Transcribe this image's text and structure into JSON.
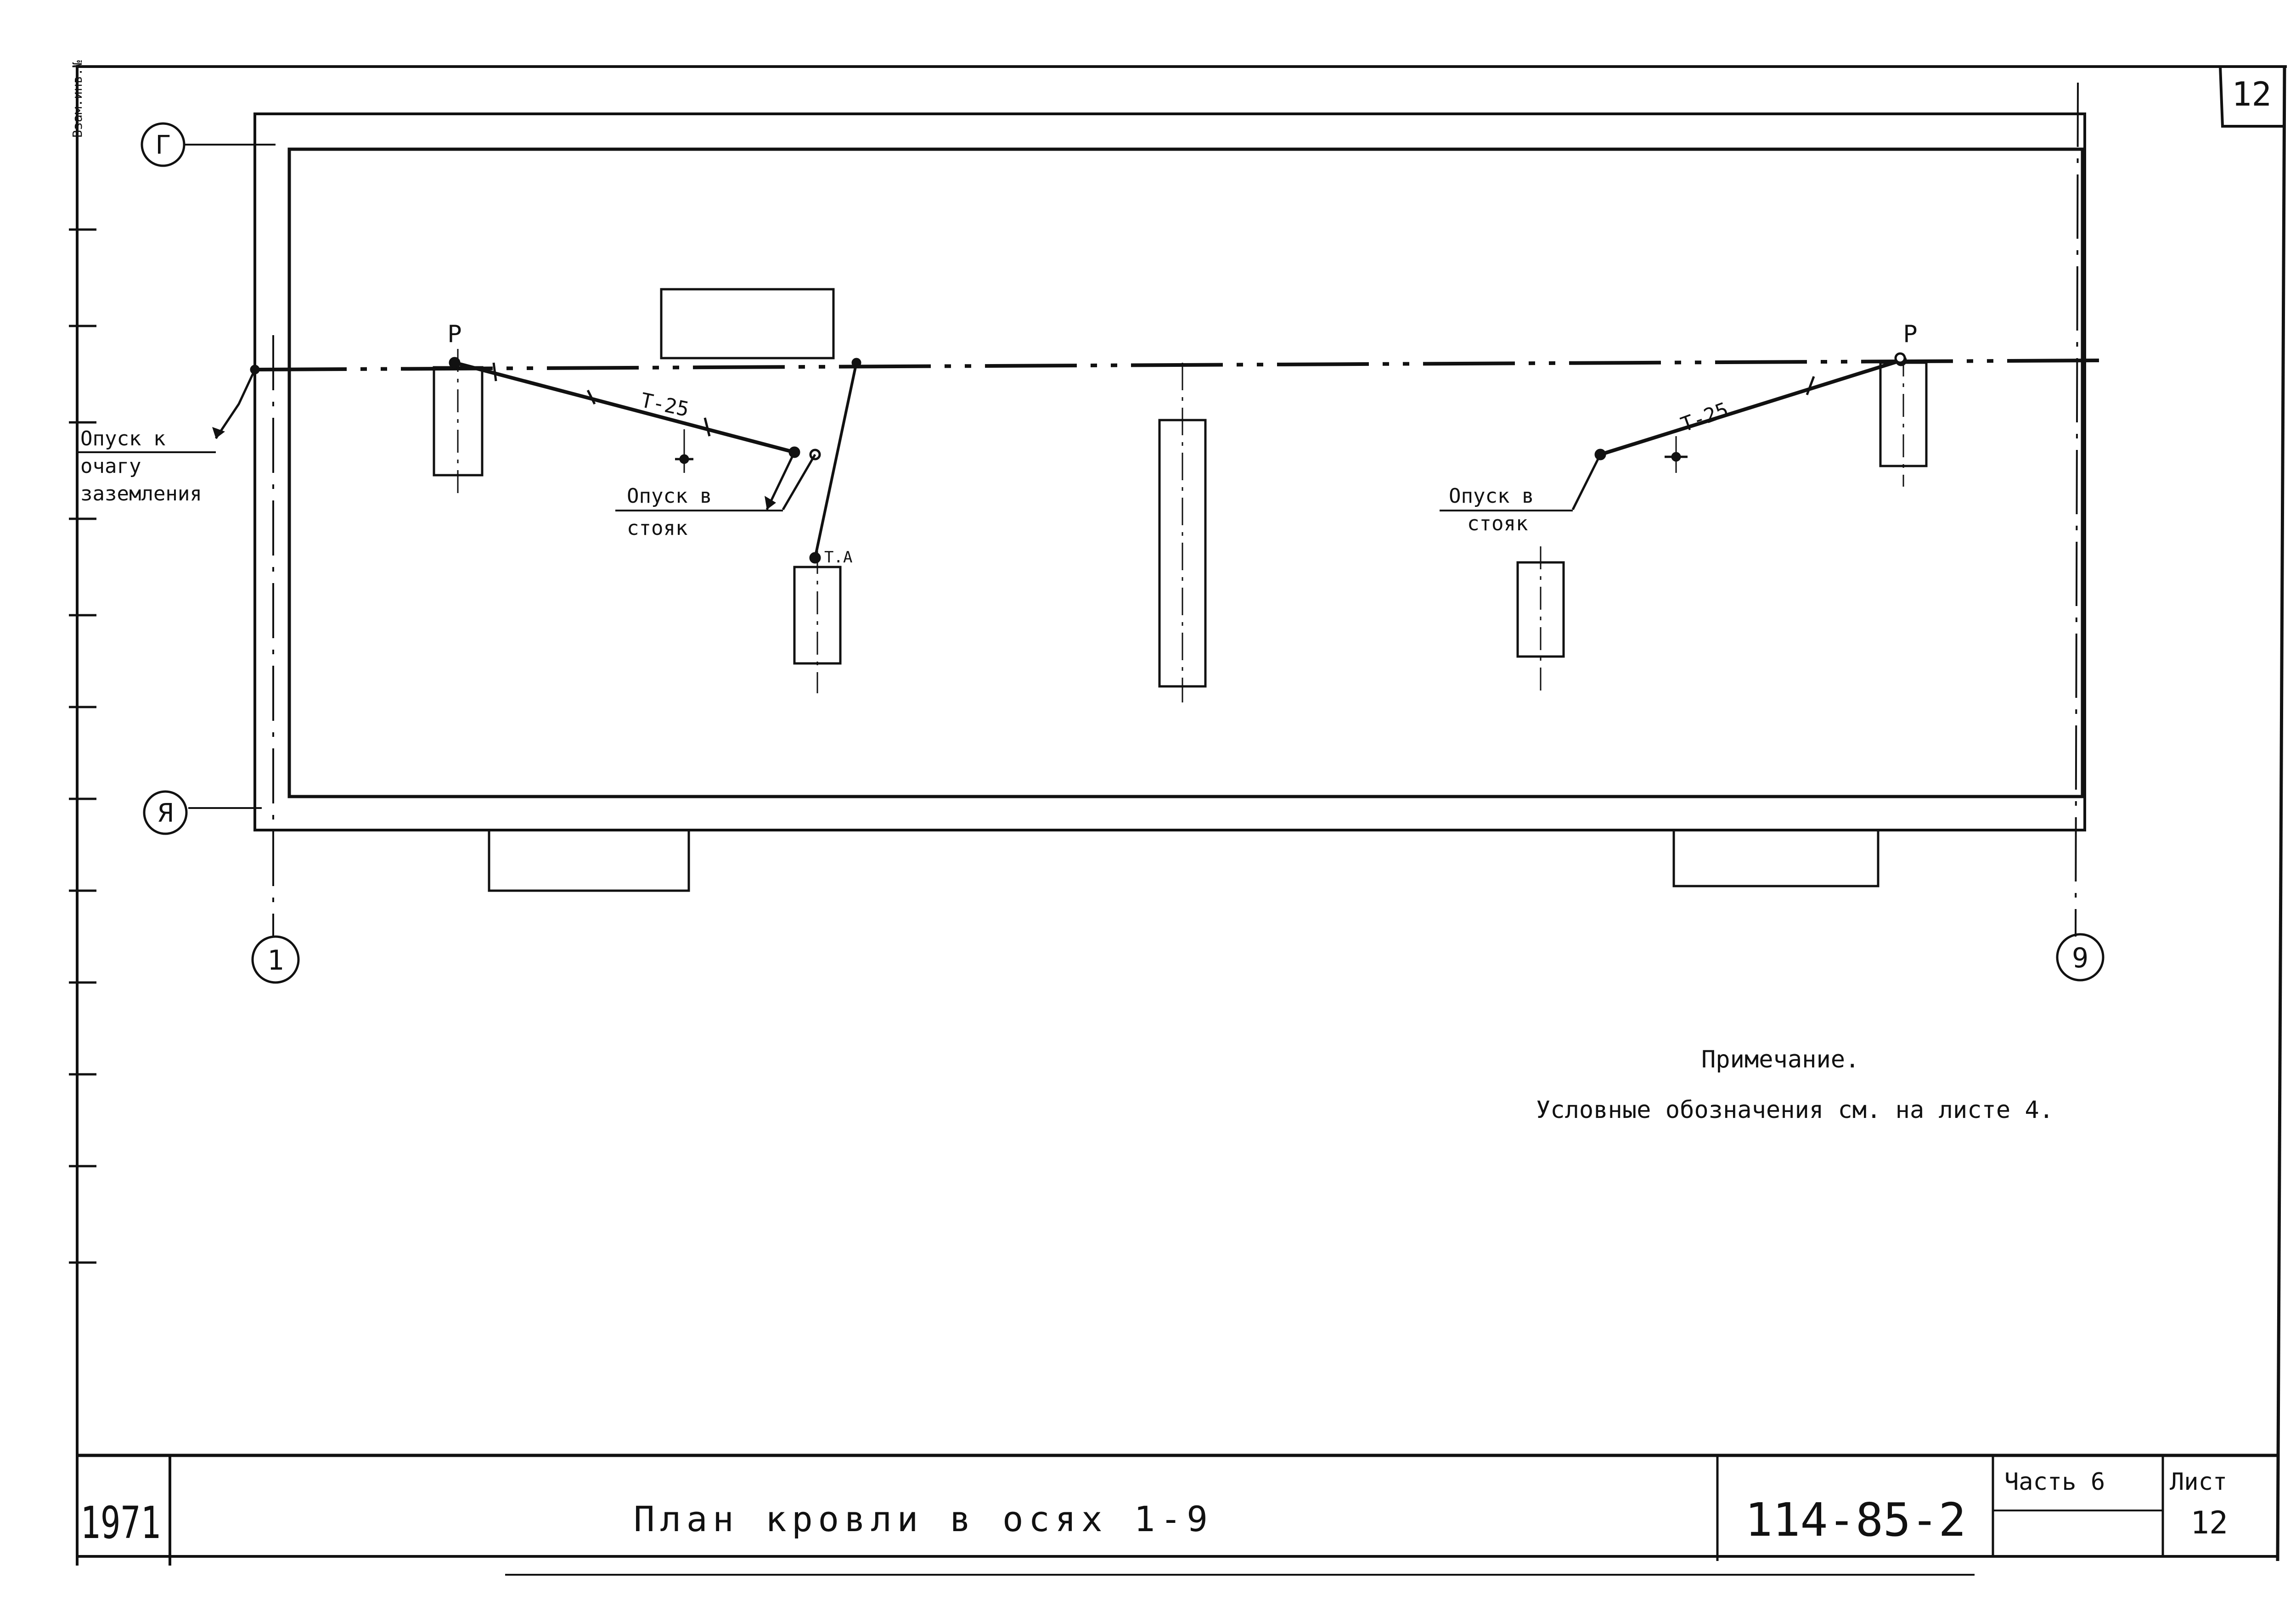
{
  "sheet_number": "12",
  "margin_label": "Взам.инв.№",
  "axes": {
    "top": "Г",
    "bottom": "Я",
    "left": "1",
    "right": "9"
  },
  "labels": {
    "p_left": "Р",
    "p_right": "Р",
    "tag_left": "Т-25",
    "tag_right": "Т-25",
    "tag_ta": "Т.А",
    "ground_lines": [
      "Опуск к",
      "очагу",
      "заземления"
    ],
    "riser_left": [
      "Опуск в",
      "стояк"
    ],
    "riser_right": [
      "Опуск в",
      "стояк"
    ]
  },
  "note": {
    "title": "Примечание.",
    "text": "Условные обозначения см. на листе 4."
  },
  "title_block": {
    "year": "1971",
    "title": "План кровли в осях 1-9",
    "project_code": "114-85-2",
    "part_label": "Часть 6",
    "sheet_label": "Лист",
    "sheet_value": "12"
  },
  "colors": {
    "ink": "#111111",
    "paper": "#ffffff"
  }
}
